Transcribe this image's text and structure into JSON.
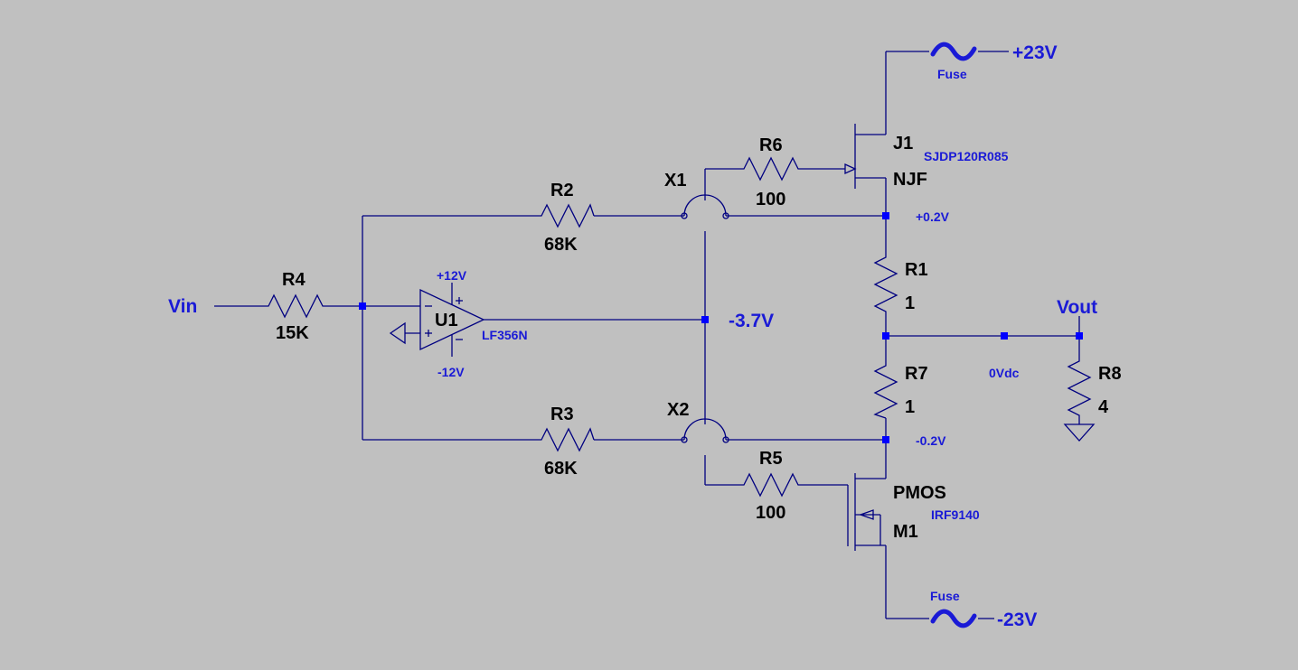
{
  "components": {
    "R4": {
      "name": "R4",
      "value": "15K"
    },
    "R2": {
      "name": "R2",
      "value": "68K"
    },
    "R3": {
      "name": "R3",
      "value": "68K"
    },
    "R6": {
      "name": "R6",
      "value": "100"
    },
    "R5": {
      "name": "R5",
      "value": "100"
    },
    "R1": {
      "name": "R1",
      "value": "1"
    },
    "R7": {
      "name": "R7",
      "value": "1"
    },
    "R8": {
      "name": "R8",
      "value": "4"
    },
    "U1": {
      "name": "U1",
      "model": "LF356N",
      "vpos": "+12V",
      "vneg": "-12V"
    },
    "J1": {
      "name": "J1",
      "model": "SJDP120R085",
      "type": "NJF"
    },
    "M1": {
      "name": "M1",
      "model": "IRF9140",
      "type": "PMOS"
    },
    "X1": {
      "name": "X1"
    },
    "X2": {
      "name": "X2"
    },
    "fuse_top": {
      "name": "Fuse"
    },
    "fuse_bottom": {
      "name": "Fuse"
    }
  },
  "nets": {
    "vin": "Vin",
    "vout": "Vout",
    "pos_rail": "+23V",
    "neg_rail": "-23V",
    "opamp_out": "-3.7V",
    "upper_node": "+0.2V",
    "lower_node": "-0.2V",
    "out_dc": "0Vdc"
  },
  "colors": {
    "background": "#c0c0c0",
    "wire": "#000080",
    "net_label": "#1a1ad6",
    "junction": "#0000ff",
    "component_label": "#000000"
  }
}
